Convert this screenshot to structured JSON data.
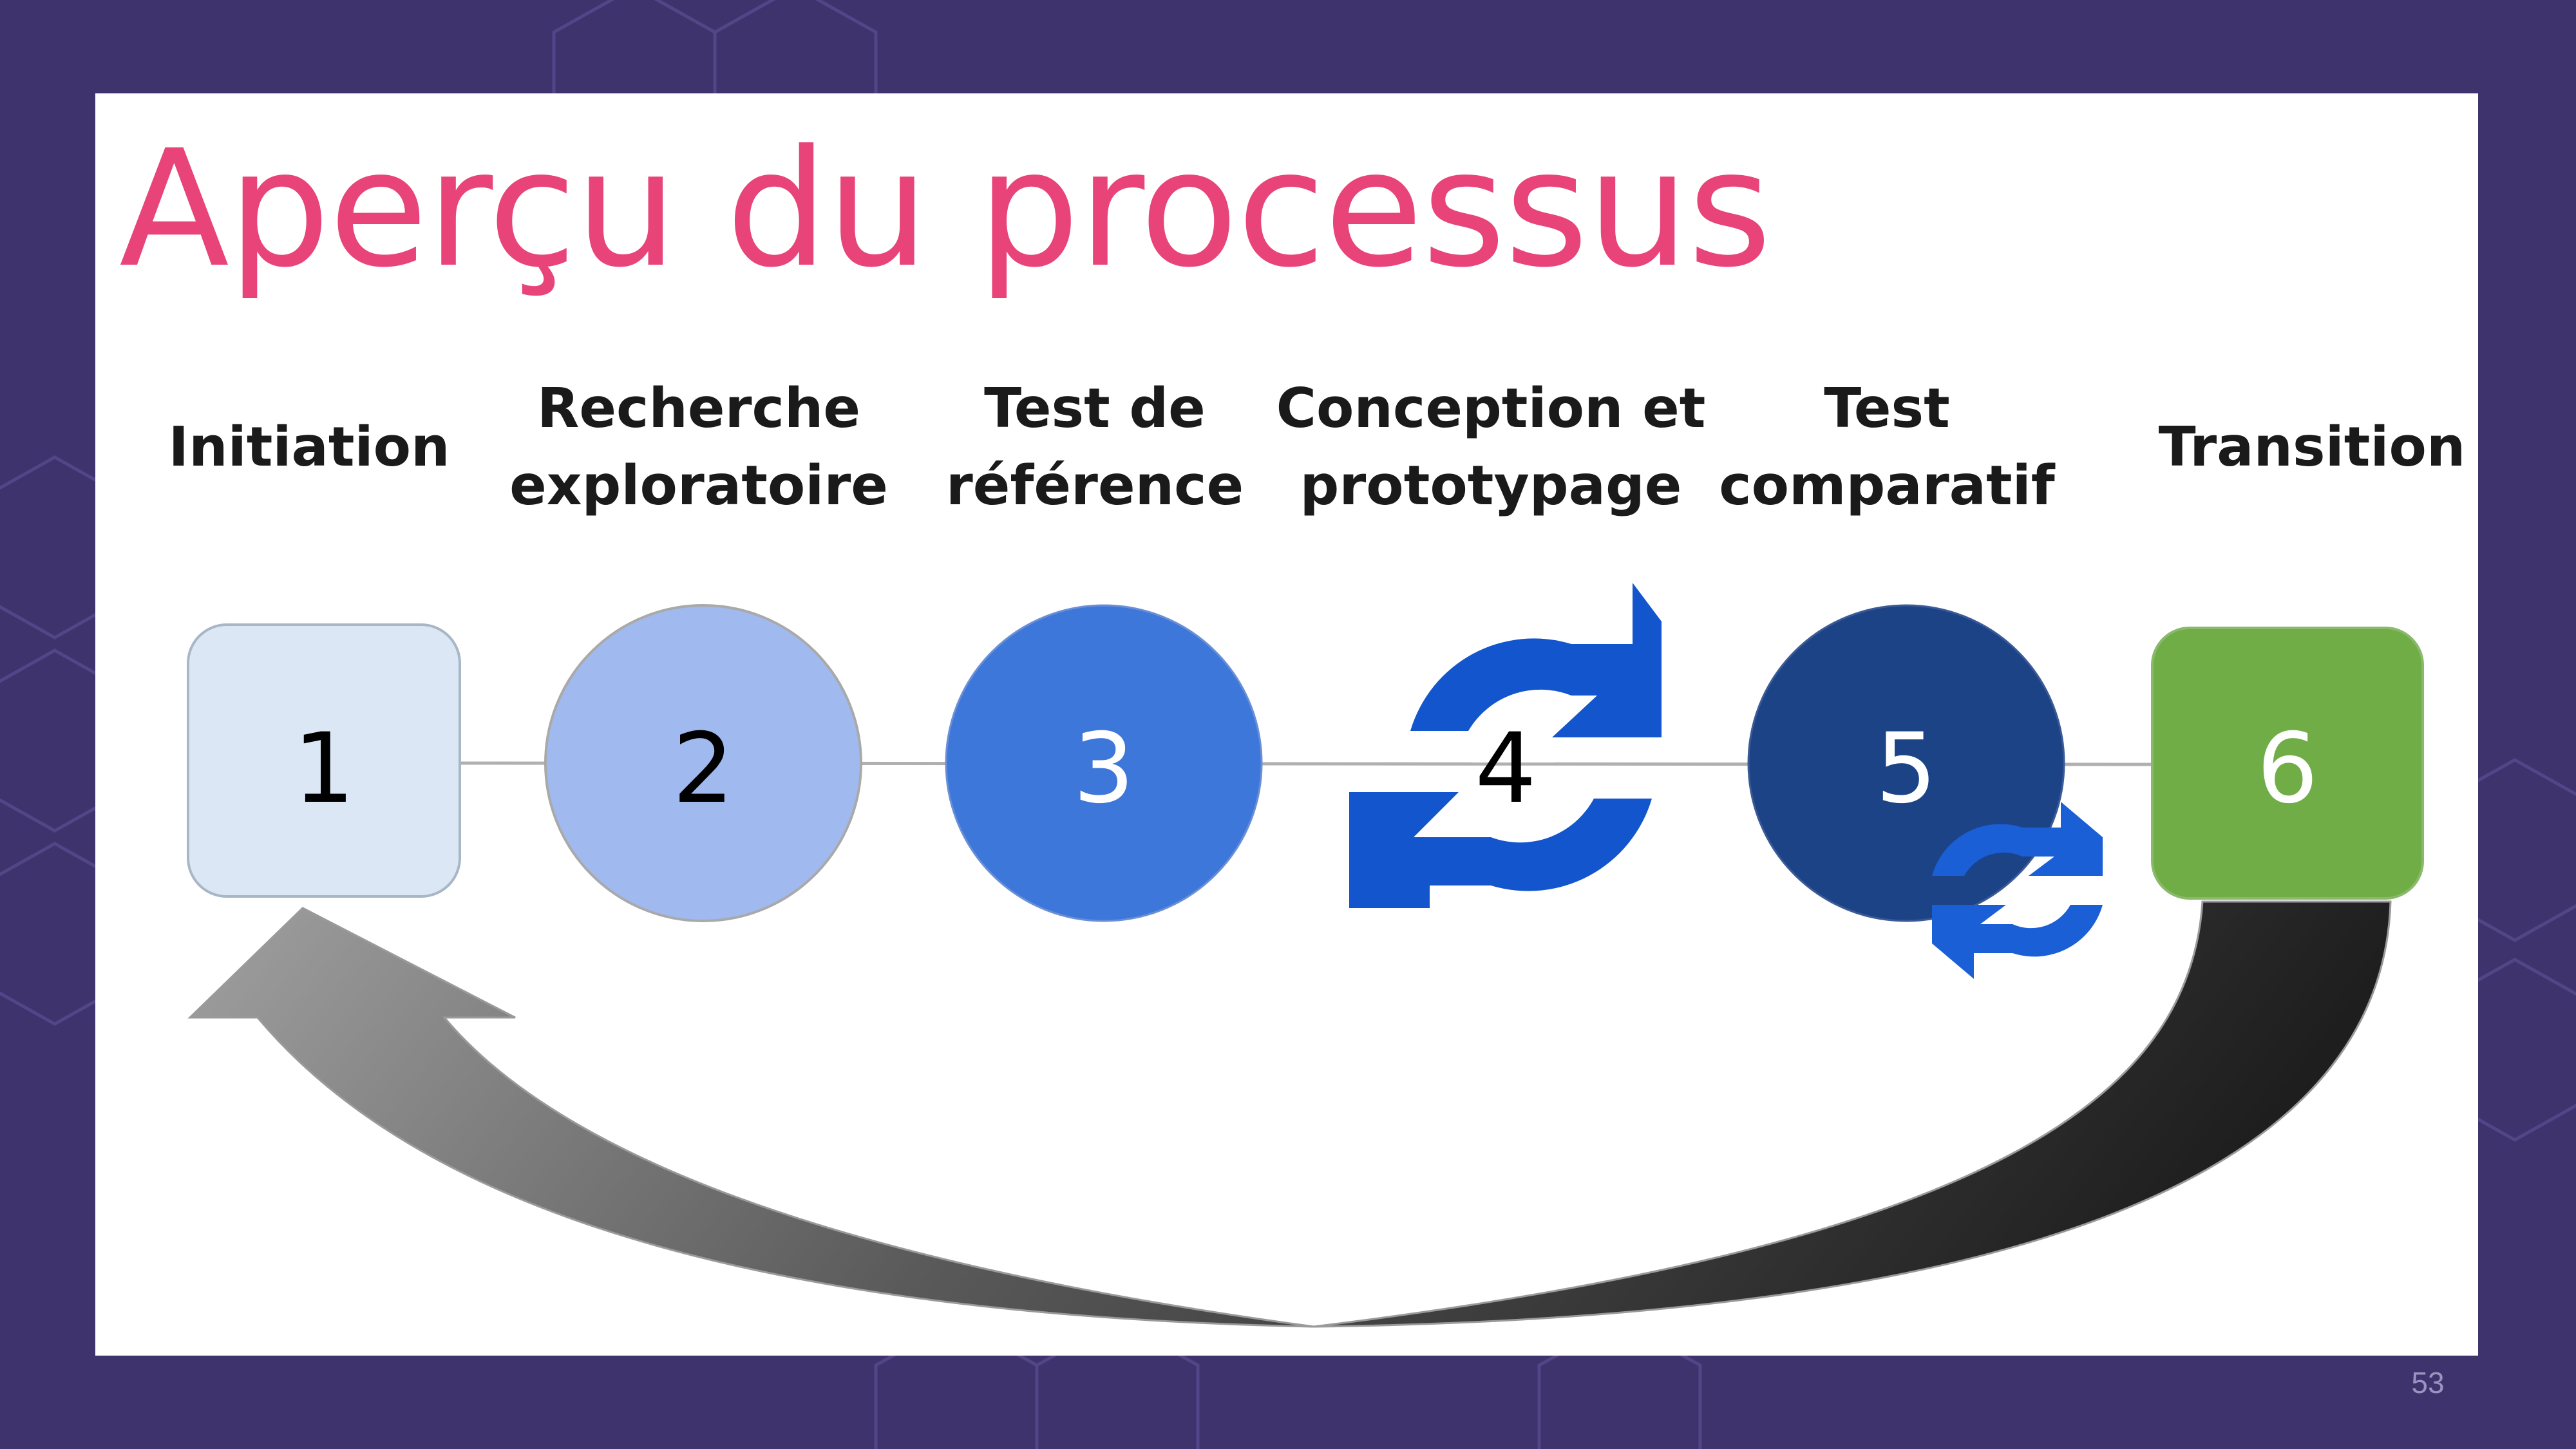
{
  "title": "Aperçu du processus",
  "steps": [
    {
      "label_line1": "Initiation",
      "label_line2": "",
      "number": "1",
      "shape": "rounded-square",
      "fill": "#dce7f5",
      "text_color": "#000000"
    },
    {
      "label_line1": "Recherche",
      "label_line2": "exploratoire",
      "number": "2",
      "shape": "circle",
      "fill": "#a0b9ee",
      "text_color": "#000000"
    },
    {
      "label_line1": "Test de",
      "label_line2": "référence",
      "number": "3",
      "shape": "circle",
      "fill": "#3d77d9",
      "text_color": "#ffffff"
    },
    {
      "label_line1": "Conception et",
      "label_line2": "prototypage",
      "number": "4",
      "shape": "refresh-icon",
      "fill": "#1355cc",
      "text_color": "#000000"
    },
    {
      "label_line1": "Test",
      "label_line2": "comparatif",
      "number": "5",
      "shape": "circle",
      "fill": "#1d4387",
      "text_color": "#ffffff"
    },
    {
      "label_line1": "Transition",
      "label_line2": "",
      "number": "6",
      "shape": "rounded-square",
      "fill": "#70ad47",
      "text_color": "#ffffff"
    }
  ],
  "page_number": "53",
  "colors": {
    "background": "#3f336d",
    "slide": "#ffffff",
    "title": "#e8447a",
    "arrow_light": "#a0a0a0",
    "arrow_dark": "#1e1e1e",
    "icon_blue": "#1355cc"
  }
}
